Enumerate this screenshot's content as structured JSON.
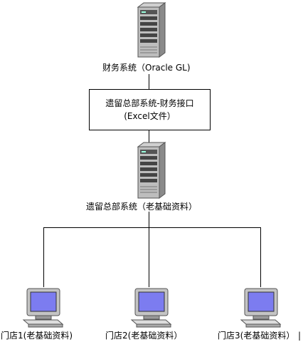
{
  "diagram": {
    "finance_system_label": "财务系统（Oracle GL)",
    "interface_box": {
      "line1": "遗留总部系统-财务接口",
      "line2": "(Excel文件）"
    },
    "legacy_system_label": "遗留总部系统（老基础资料）",
    "stores": [
      {
        "label": "门店1(老基础资料)"
      },
      {
        "label": "门店2(老基础资料）"
      },
      {
        "label": "门店3(老基础资料）"
      }
    ],
    "edge_glyph": "|"
  }
}
